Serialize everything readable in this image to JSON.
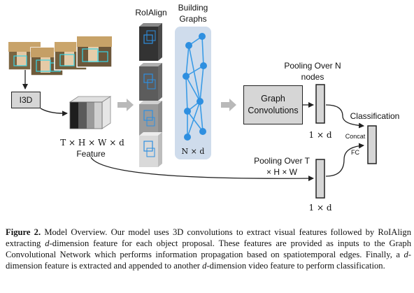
{
  "figure": {
    "labels": {
      "roialign": "RoIAlign",
      "building_graphs": "Building Graphs",
      "i3d": "I3D",
      "feature_dims": "T × H × W × d",
      "feature": "Feature",
      "graph_dims": "N × d",
      "pooling_nodes": "Pooling Over N nodes",
      "graph_conv": "Graph Convolutions",
      "pooled_dim_top": "1 × d",
      "classification": "Classification",
      "concat": "Concat",
      "fc": "FC",
      "pooling_thw": "Pooling Over T × H × W",
      "pooled_dim_bottom": "1 × d"
    },
    "colors": {
      "graph_bg": "#cfdcec",
      "node": "#2e8fe0",
      "edge": "#3a9be6",
      "box_fill": "#d6d6d6",
      "arrow_gray": "#b9b9b9"
    }
  },
  "caption": {
    "prefix": "Figure 2.",
    "text_1": " Model Overview. Our model uses 3D convolutions to extract visual features followed by RoIAlign extracting ",
    "d1": "d",
    "text_2": "-dimension feature for each object proposal. These features are provided as inputs to the Graph Convolutional Network which performs information propagation based on spatiotemporal edges. Finally, a ",
    "d2": "d",
    "text_3": "-dimension feature is extracted and appended to another ",
    "d3": "d",
    "text_4": "-dimension video feature to perform classification."
  }
}
